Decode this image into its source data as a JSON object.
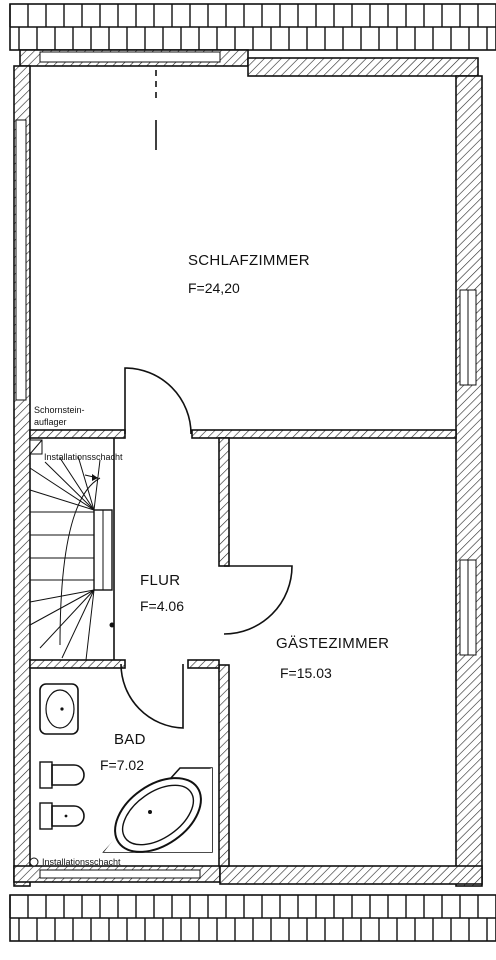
{
  "rooms": {
    "schlafzimmer": {
      "name": "SCHLAFZIMMER",
      "area": "F=24,20"
    },
    "gaestezimmer": {
      "name": "GÄSTEZIMMER",
      "area": "F=15.03"
    },
    "flur": {
      "name": "FLUR",
      "area": "F=4.06"
    },
    "bad": {
      "name": "BAD",
      "area": "F=7.02"
    }
  },
  "annotations": {
    "schornstein_line1": "Schornstein-",
    "schornstein_line2": "auflager",
    "installationsschacht_top": "Installationsschacht",
    "installationsschacht_bottom": "Installationsschacht"
  }
}
